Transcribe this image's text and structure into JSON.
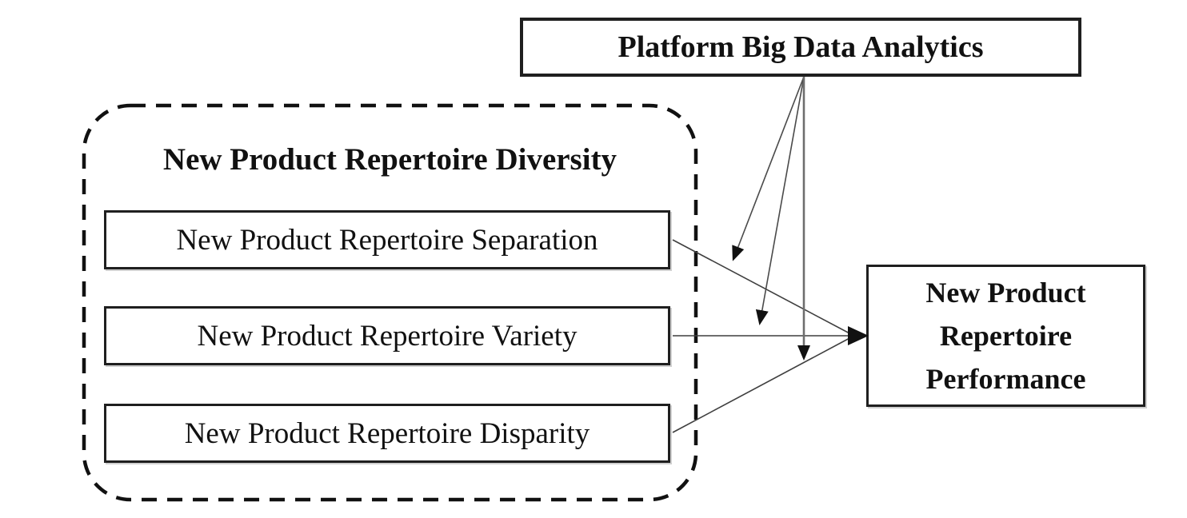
{
  "diagram": {
    "title_hint": "Research model: moderation of platform big data analytics",
    "moderator_box": {
      "label": "Platform Big Data Analytics"
    },
    "diversity_group": {
      "title": "New Product Repertoire Diversity",
      "items": [
        {
          "label": "New Product Repertoire Separation"
        },
        {
          "label": "New Product Repertoire Variety"
        },
        {
          "label": "New Product Repertoire Disparity"
        }
      ]
    },
    "outcome_box": {
      "label": "New Product\nRepertoire\nPerformance"
    },
    "relationships": [
      {
        "from": "New Product Repertoire Separation",
        "to": "New Product Repertoire Performance",
        "type": "direct"
      },
      {
        "from": "New Product Repertoire Variety",
        "to": "New Product Repertoire Performance",
        "type": "direct"
      },
      {
        "from": "New Product Repertoire Disparity",
        "to": "New Product Repertoire Performance",
        "type": "direct"
      },
      {
        "from": "Platform Big Data Analytics",
        "to": "Separation → Performance link",
        "type": "moderation"
      },
      {
        "from": "Platform Big Data Analytics",
        "to": "Variety → Performance link",
        "type": "moderation"
      },
      {
        "from": "Platform Big Data Analytics",
        "to": "Disparity → Performance link",
        "type": "moderation"
      }
    ],
    "colors": {
      "border": "#1f1f1f",
      "line": "#3f3f3f",
      "mod_line": "#4a4a4a",
      "vertical_line": "#6e6e6e",
      "text": "#111111",
      "background": "#ffffff"
    }
  }
}
